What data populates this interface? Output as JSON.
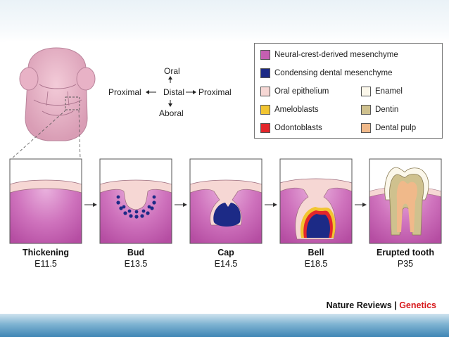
{
  "legend": {
    "items": [
      {
        "label": "Neural-crest-derived mesenchyme",
        "color": "#c65fb1"
      },
      {
        "label": "Condensing dental mesenchyme",
        "color": "#1c2a86"
      },
      {
        "label": "Oral epithelium",
        "color": "#f6d7d4"
      },
      {
        "label": "Enamel",
        "color": "#fbf7ea"
      },
      {
        "label": "Ameloblasts",
        "color": "#f2c531"
      },
      {
        "label": "Dentin",
        "color": "#cfc18e"
      },
      {
        "label": "Odontoblasts",
        "color": "#e3262b"
      },
      {
        "label": "Dental pulp",
        "color": "#f0b98a"
      }
    ]
  },
  "axes": {
    "oral": "Oral",
    "aboral": "Aboral",
    "distal": "Distal",
    "proximal_left": "Proximal",
    "proximal_right": "Proximal"
  },
  "stages": [
    {
      "name": "Thickening",
      "day": "E11.5"
    },
    {
      "name": "Bud",
      "day": "E13.5"
    },
    {
      "name": "Cap",
      "day": "E14.5"
    },
    {
      "name": "Bell",
      "day": "E18.5"
    },
    {
      "name": "Erupted tooth",
      "day": "P35"
    }
  ],
  "credit": {
    "journal": "Nature Reviews",
    "separator": " | ",
    "section": "Genetics"
  },
  "colors": {
    "mesenchyme": "#c65fb1",
    "mesenchyme_light": "#e7a8d9",
    "epithelium": "#f6d7d4",
    "condensing": "#1c2a86",
    "ameloblasts": "#f2c531",
    "odontoblasts": "#e3262b",
    "enamel": "#fbf7ea",
    "dentin": "#cfc18e",
    "pulp": "#f0b98a"
  }
}
